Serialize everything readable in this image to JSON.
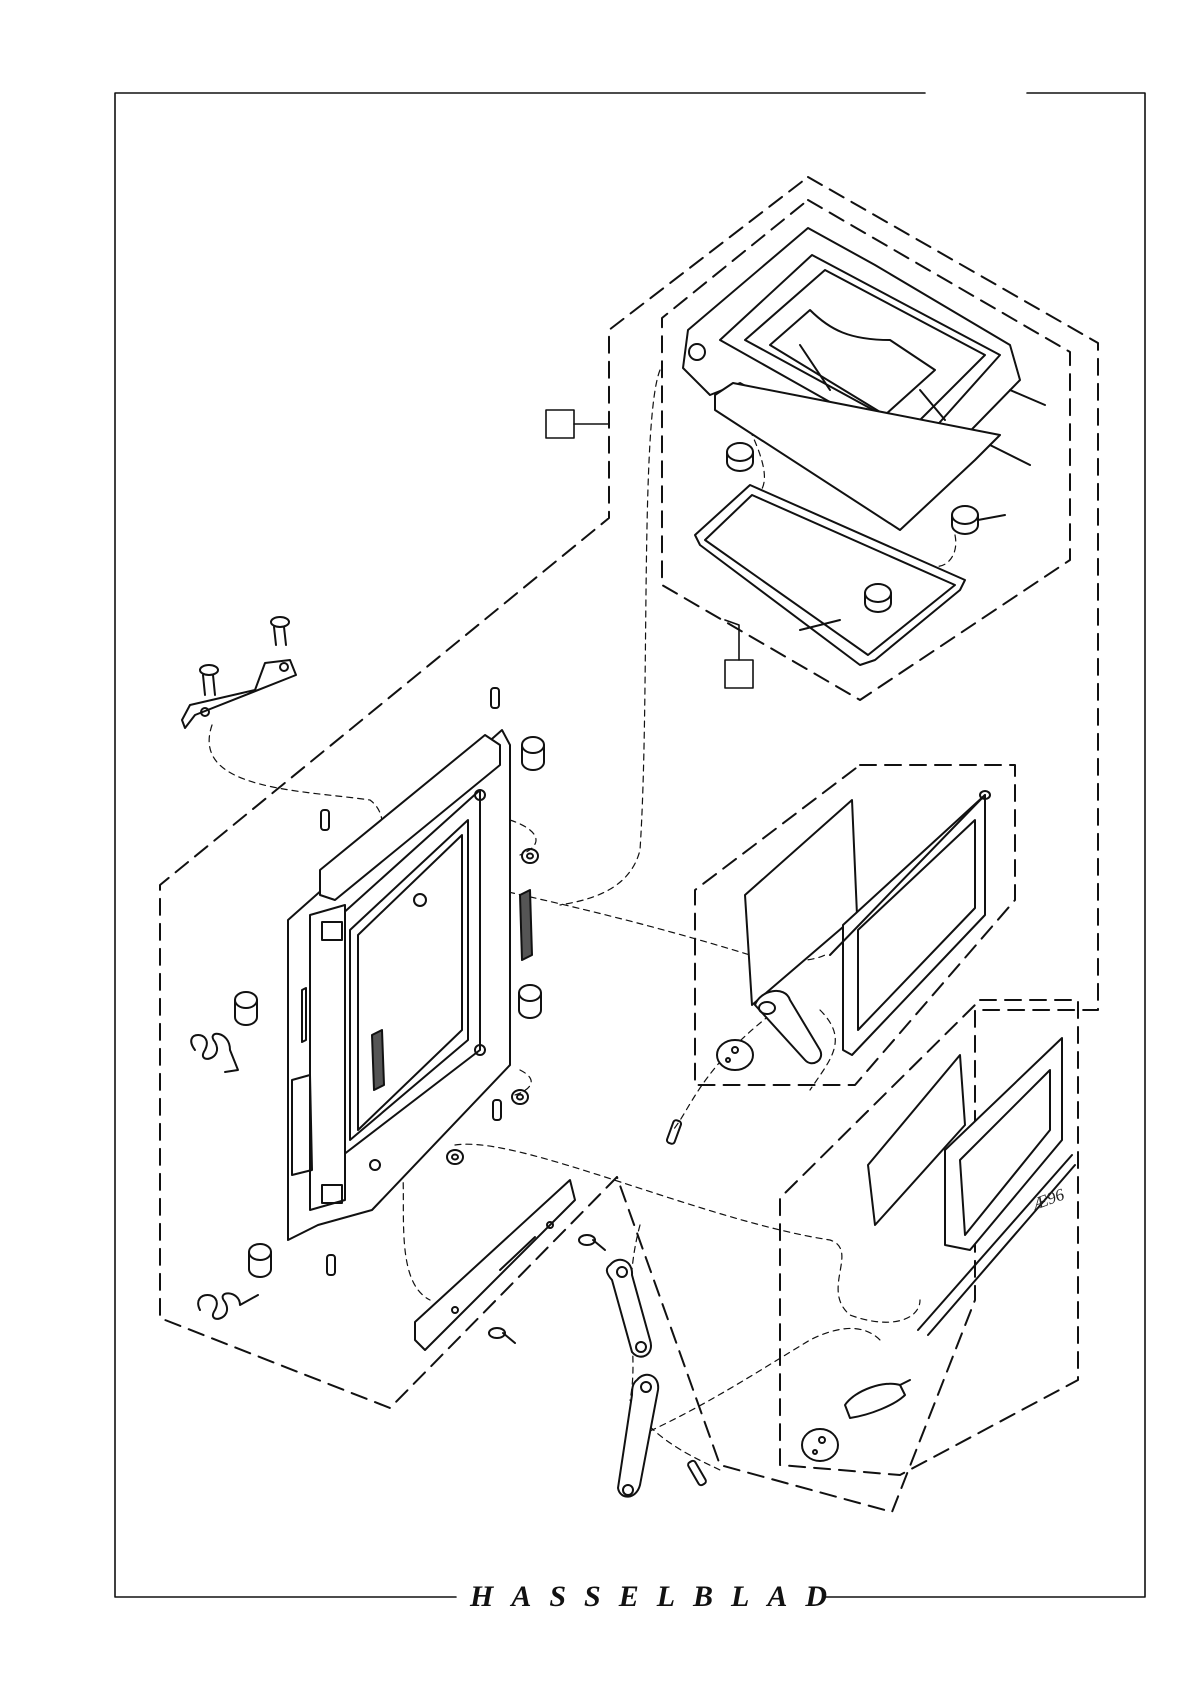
{
  "brand": {
    "name": "HASSELBLAD"
  },
  "artist_mark": "Æ96",
  "callouts": [
    {
      "id": "callout-box-upper",
      "text": ""
    },
    {
      "id": "callout-box-lower",
      "text": ""
    }
  ],
  "colors": {
    "ink": "#111111",
    "paper": "#ffffff"
  }
}
